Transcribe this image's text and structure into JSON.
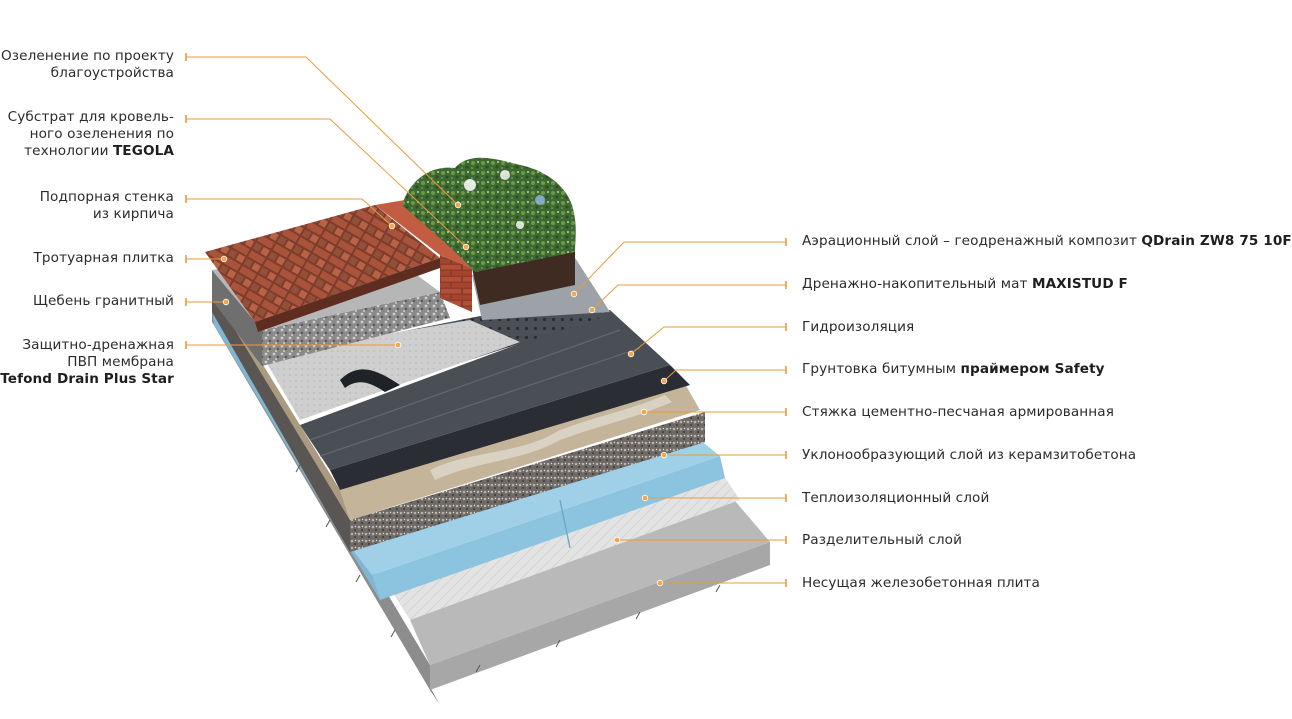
{
  "colors": {
    "leader": "#e89b3c",
    "dot": "#f3a64a",
    "concrete": "#a9a9a9",
    "separator": "#dedede",
    "insulation": "#8cc3df",
    "expanded_clay": "#6e6a66",
    "screed": "#c4b49a",
    "waterproofing": "#3b3f46",
    "geocomposite": "#5b5f66",
    "gravel": "#8d8d8d",
    "paving": "#9a4a32",
    "brick": "#b04b34",
    "greenery": "#4f7a3a"
  },
  "left_labels": [
    {
      "id": "greening",
      "lines": [
        [
          {
            "t": "Озеленение по проекту",
            "b": false
          }
        ],
        [
          {
            "t": "благоустройства",
            "b": false
          }
        ]
      ]
    },
    {
      "id": "substrate",
      "lines": [
        [
          {
            "t": "Субстрат для кровель-",
            "b": false
          }
        ],
        [
          {
            "t": "ного озеленения по",
            "b": false
          }
        ],
        [
          {
            "t": "технологии ",
            "b": false
          },
          {
            "t": "TEGOLA",
            "b": true
          }
        ]
      ]
    },
    {
      "id": "retaining-wall",
      "lines": [
        [
          {
            "t": "Подпорная стенка",
            "b": false
          }
        ],
        [
          {
            "t": "из кирпича",
            "b": false
          }
        ]
      ]
    },
    {
      "id": "paving",
      "lines": [
        [
          {
            "t": "Тротуарная  плитка",
            "b": false
          }
        ]
      ]
    },
    {
      "id": "gravel",
      "lines": [
        [
          {
            "t": "Щебень гранитный",
            "b": false
          }
        ]
      ]
    },
    {
      "id": "membrane",
      "lines": [
        [
          {
            "t": "Защитно-дренажная",
            "b": false
          }
        ],
        [
          {
            "t": "ПВП мембрана",
            "b": false
          }
        ],
        [
          {
            "t": "Tefond Drain Plus Star",
            "b": true
          }
        ]
      ]
    }
  ],
  "right_labels": [
    {
      "id": "aeration",
      "lines": [
        [
          {
            "t": "Аэрационный слой – геодренажный композит ",
            "b": false
          },
          {
            "t": "QDrain ZW8 75 10F",
            "b": true
          }
        ]
      ]
    },
    {
      "id": "drain-mat",
      "lines": [
        [
          {
            "t": "Дренажно-накопительный мат ",
            "b": false
          },
          {
            "t": "MAXISTUD F",
            "b": true
          }
        ]
      ]
    },
    {
      "id": "waterproofing",
      "lines": [
        [
          {
            "t": "Гидроизоляция",
            "b": false
          }
        ]
      ]
    },
    {
      "id": "primer",
      "lines": [
        [
          {
            "t": "Грунтовка битумным ",
            "b": false
          },
          {
            "t": "праймером Safety",
            "b": true
          }
        ]
      ]
    },
    {
      "id": "screed",
      "lines": [
        [
          {
            "t": "Стяжка цементно-песчаная армированная",
            "b": false
          }
        ]
      ]
    },
    {
      "id": "slope",
      "lines": [
        [
          {
            "t": "Уклонообразующий слой из керамзитобетона",
            "b": false
          }
        ]
      ]
    },
    {
      "id": "insulation",
      "lines": [
        [
          {
            "t": "Теплоизоляционный слой",
            "b": false
          }
        ]
      ]
    },
    {
      "id": "separator",
      "lines": [
        [
          {
            "t": "Разделительный слой",
            "b": false
          }
        ]
      ]
    },
    {
      "id": "slab",
      "lines": [
        [
          {
            "t": "Несущая железобетонная плита",
            "b": false
          }
        ]
      ]
    }
  ]
}
